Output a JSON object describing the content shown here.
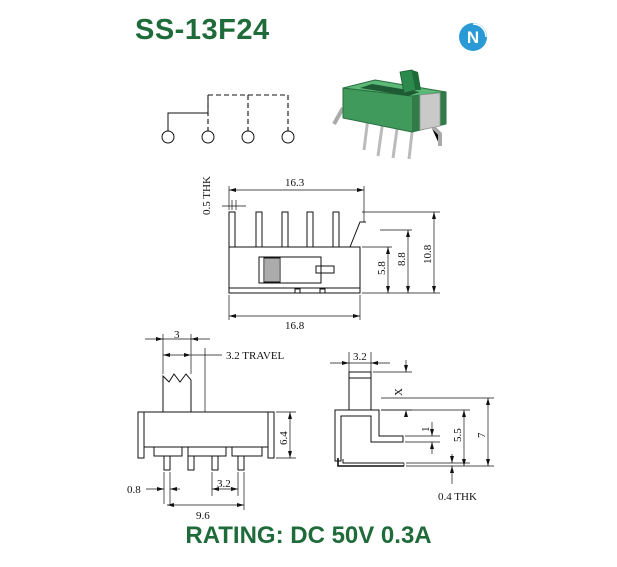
{
  "title": "SS-13F24",
  "rating": "RATING: DC 50V 0.3A",
  "brand_logo_letter": "N",
  "colors": {
    "brand_green": "#1f6b3a",
    "logo_blue": "#2a9ad6",
    "switch_green": "#3f9a5c"
  },
  "dimensions": {
    "thickness_top": "0.5 THK",
    "top_width": "16.3",
    "bottom_width": "16.8",
    "height_5_8": "5.8",
    "height_8_8": "8.8",
    "height_10_8": "10.8",
    "actuator_width": "3",
    "travel": "3.2 TRAVEL",
    "body_height": "6.4",
    "pin_offset": "0.8",
    "pin_span": "9.6",
    "pin_pitch": "3.2",
    "side_width": "3.2",
    "x_label": "X",
    "side_one": "1",
    "side_5_5": "5.5",
    "side_7": "7",
    "side_thk": "0.4 THK"
  }
}
